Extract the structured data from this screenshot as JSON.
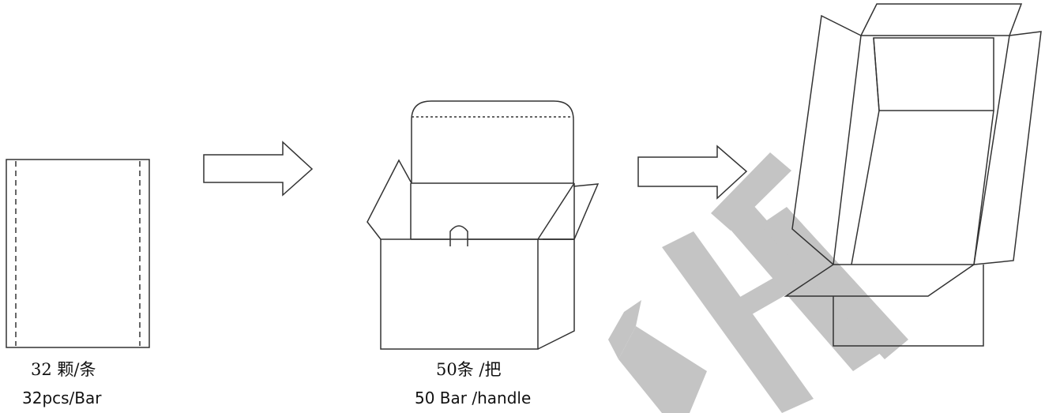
{
  "watermark": {
    "text": "CHT",
    "color": "#c4c4c4"
  },
  "stages": [
    {
      "id": "bar",
      "label_cn": "32 颗/条",
      "label_en": "32pcs/Bar"
    },
    {
      "id": "handle",
      "label_cn": "50条 /把",
      "label_en": "50 Bar /handle"
    },
    {
      "id": "carton",
      "label_cn": "",
      "label_en": ""
    }
  ],
  "colors": {
    "line": "#333333",
    "background": "#ffffff"
  }
}
